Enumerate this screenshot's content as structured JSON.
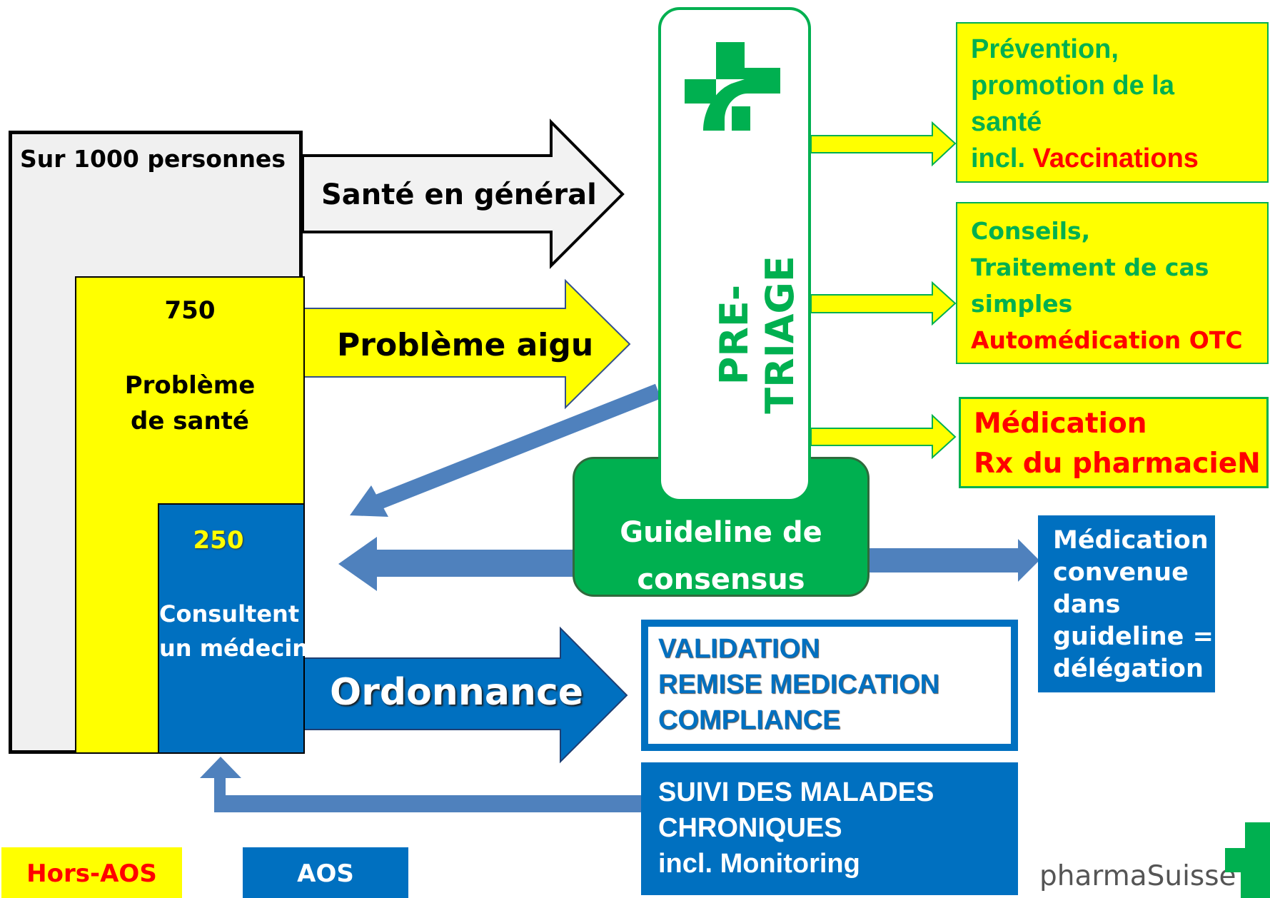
{
  "population": {
    "title": "Sur 1000 personnes",
    "acute_count": "750",
    "acute_label_line1": "Problème",
    "acute_label_line2": "de santé",
    "consult_count": "250",
    "consult_label_line1": "Consultent",
    "consult_label_line2": "un médecin"
  },
  "flows": {
    "general_health": "Santé en général",
    "acute_problem": "Problème aigu",
    "prescription": "Ordonnance"
  },
  "pretriage": {
    "label": "PRE-TRIAGE",
    "logo_icon": "pharmacy-cross-icon"
  },
  "guideline": {
    "line1": "Guideline de",
    "line2": "consensus"
  },
  "outcomes": {
    "prevention": {
      "line1": "Prévention,",
      "line2": "promotion de la",
      "line3": "santé",
      "line4_prefix": "incl.",
      "line4_highlight": "Vaccinations"
    },
    "advice": {
      "line1": "Conseils,",
      "line2": "Traitement de cas",
      "line3": "simples",
      "line4": "Automédication OTC"
    },
    "pharmacist_rx": {
      "line1": "Médication",
      "line2": "Rx du pharmacieN"
    },
    "delegation": {
      "line1": "Médication",
      "line2": "convenue",
      "line3": "dans",
      "line4": "guideline =",
      "line5": "délégation"
    }
  },
  "validation": {
    "line1": "VALIDATION",
    "line2": "REMISE MEDICATION",
    "line3": "COMPLIANCE"
  },
  "chronic": {
    "line1": "SUIVI DES MALADES",
    "line2": "CHRONIQUES",
    "line3": "incl. Monitoring"
  },
  "legend": {
    "hors_aos": "Hors-AOS",
    "aos": "AOS"
  },
  "brand": {
    "name": "pharmaSuisse",
    "logo_icon": "pharmasuisse-cross-icon"
  },
  "colors": {
    "yellow": "#ffff00",
    "blue": "#0070c0",
    "light_blue": "#4f81bd",
    "green": "#00b050",
    "red": "#ff0000",
    "grey": "#f0f0f0"
  }
}
